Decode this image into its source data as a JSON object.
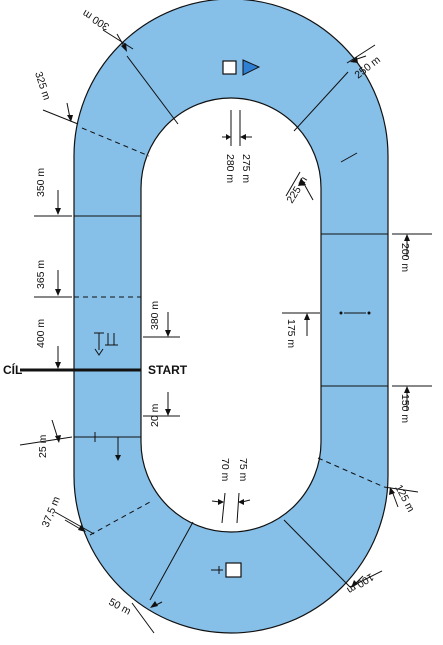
{
  "diagram": {
    "colors": {
      "track_fill": "#86bfe8",
      "infield_fill": "#ffffff",
      "outline": "#111111",
      "marker_fill": "#2f7fd3"
    },
    "finish_label": "CÍL",
    "start_label": "START",
    "distances": {
      "d300": "300 m",
      "d250": "250 m",
      "d325": "325 m",
      "d275": "275 m",
      "d280": "280 m",
      "d225": "225 m",
      "d350": "350 m",
      "d200": "200 m",
      "d365": "365 m",
      "d380": "380 m",
      "d175": "175 m",
      "d400": "400 m",
      "d150": "150 m",
      "d20": "20 m",
      "d25": "25 m",
      "d75": "75 m",
      "d70": "70 m",
      "d125": "125 m",
      "d37_5": "37,5 m",
      "d100": "100 m",
      "d50": "50 m"
    },
    "icons": [
      "square-icon",
      "play-triangle-icon",
      "hurdle-icon",
      "start-block-icon",
      "stopper-icon"
    ]
  }
}
